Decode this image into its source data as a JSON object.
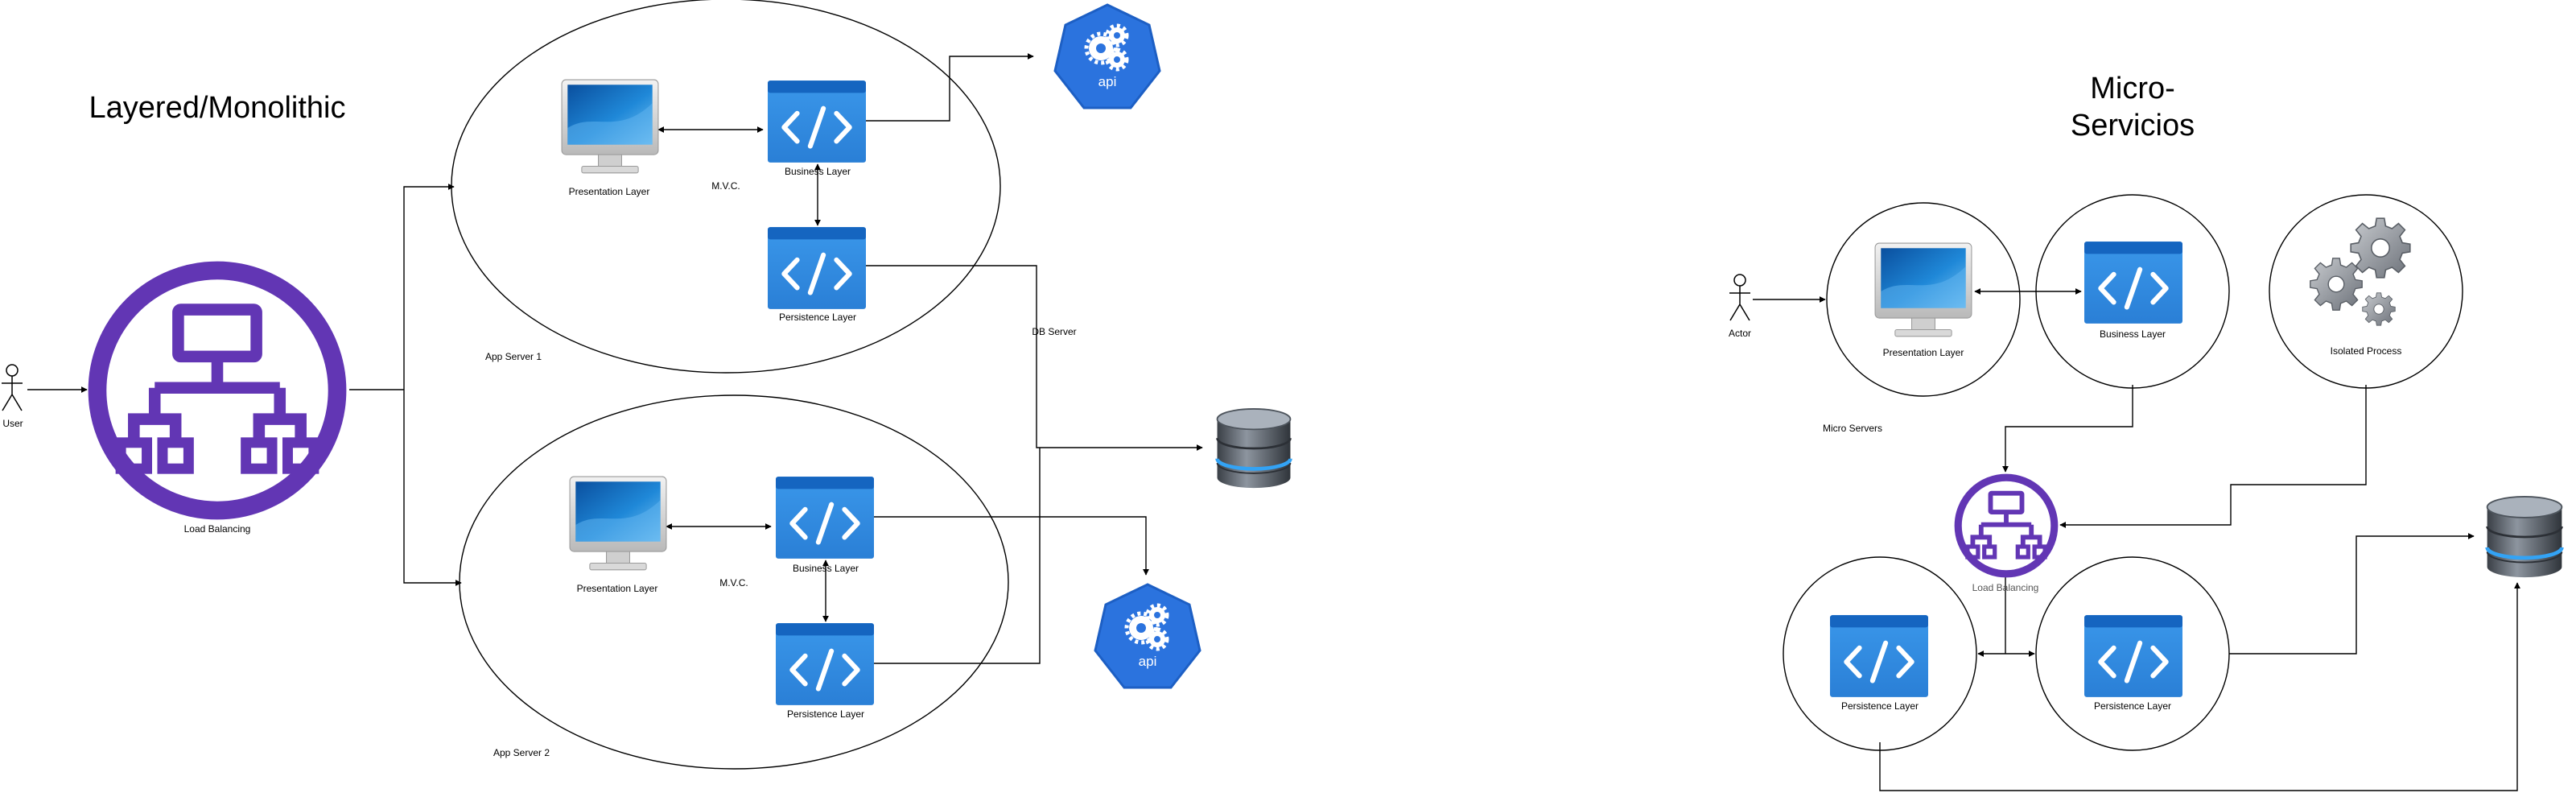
{
  "left": {
    "title": "Layered/Monolithic",
    "user_label": "User",
    "load_balancer_label": "Load Balancing",
    "db_server_label": "DB Server",
    "app_server_1": {
      "label": "App Server 1",
      "presentation_label": "Presentation Layer",
      "business_label": "Business Layer",
      "persistence_label": "Persistence Layer",
      "mvc_label": "M.V.C.",
      "api_label": "api"
    },
    "app_server_2": {
      "label": "App Server 2",
      "presentation_label": "Presentation Layer",
      "business_label": "Business Layer",
      "persistence_label": "Persistence Layer",
      "mvc_label": "M.V.C.",
      "api_label": "api"
    }
  },
  "right": {
    "title_line1": "Micro-",
    "title_line2": "Servicios",
    "actor_label": "Actor",
    "presentation_label": "Presentation Layer",
    "business_label": "Business Layer",
    "isolated_label": "Isolated Process",
    "micro_servers_label": "Micro Servers",
    "load_balancer_label": "Load Balancing",
    "persistence_1_label": "Persistence Layer",
    "persistence_2_label": "Persistence Layer"
  },
  "colors": {
    "load_balancer": "#6236B4",
    "code_block": "#2F8CE4",
    "code_block_top": "#1565C0",
    "api_badge": "#2B73DE",
    "database": "#5B6470",
    "database_ring": "#33A3F5"
  }
}
